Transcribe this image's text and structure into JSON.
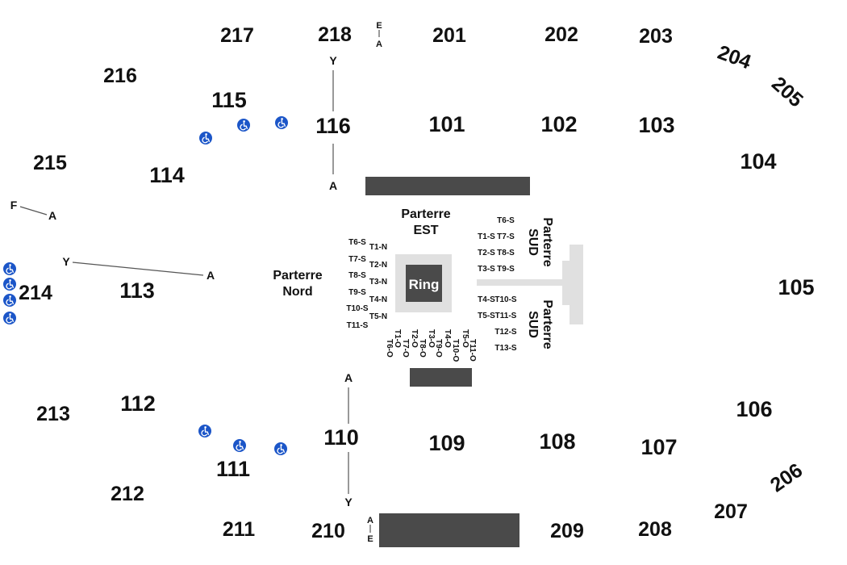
{
  "sections": {
    "s217": "217",
    "s218": "218",
    "s201": "201",
    "s202": "202",
    "s203": "203",
    "s204": "204",
    "s205": "205",
    "s216": "216",
    "s115": "115",
    "s116": "116",
    "s101": "101",
    "s102": "102",
    "s103": "103",
    "s104": "104",
    "s215": "215",
    "s114": "114",
    "s214": "214",
    "s113": "113",
    "s105": "105",
    "s213": "213",
    "s112": "112",
    "s106": "106",
    "s110": "110",
    "s109": "109",
    "s108": "108",
    "s107": "107",
    "s111": "111",
    "s212": "212",
    "s206": "206",
    "s207": "207",
    "s211": "211",
    "s210": "210",
    "s209": "209",
    "s208": "208"
  },
  "floor": {
    "parterre_est": [
      "Parterre",
      "EST"
    ],
    "parterre_nord": [
      "Parterre",
      "Nord"
    ],
    "parterre_sud": [
      "Parterre",
      "SUD"
    ],
    "ring": "Ring"
  },
  "tables": {
    "nord_left": [
      "T6-S",
      "T7-S",
      "T8-S",
      "T9-S",
      "T10-S",
      "T11-S"
    ],
    "nord_right": [
      "T1-N",
      "T2-N",
      "T3-N",
      "T4-N",
      "T5-N"
    ],
    "bottom_upper": [
      "T1-O",
      "T2-O",
      "T3-O",
      "T4-O",
      "T5-O"
    ],
    "bottom_lower": [
      "T6-O",
      "T7-O",
      "T8-O",
      "T9-O",
      "T10-O",
      "T11-O"
    ],
    "sud_top": [
      "T6-S",
      "T1-S",
      "T7-S",
      "T2-S",
      "T8-S",
      "T3-S",
      "T9-S"
    ],
    "sud_bottom": [
      "T4-S",
      "T10-S",
      "T5-S",
      "T11-S",
      "T12-S",
      "T13-S"
    ]
  },
  "aisles": {
    "top_y": "Y",
    "top_a": "A",
    "ea_e": "E",
    "ea_a": "A",
    "f": "F",
    "fa": "A",
    "y_left": "Y",
    "a_left": "A",
    "bottom_a": "A",
    "bottom_y": "Y",
    "ae_a": "A",
    "ae_e": "E"
  },
  "icons": {
    "accessible": "wheelchair-icon"
  },
  "colors": {
    "stage": "#4a4a4a",
    "floor_light": "#e0e0e0",
    "accessible": "#1c56c8"
  }
}
